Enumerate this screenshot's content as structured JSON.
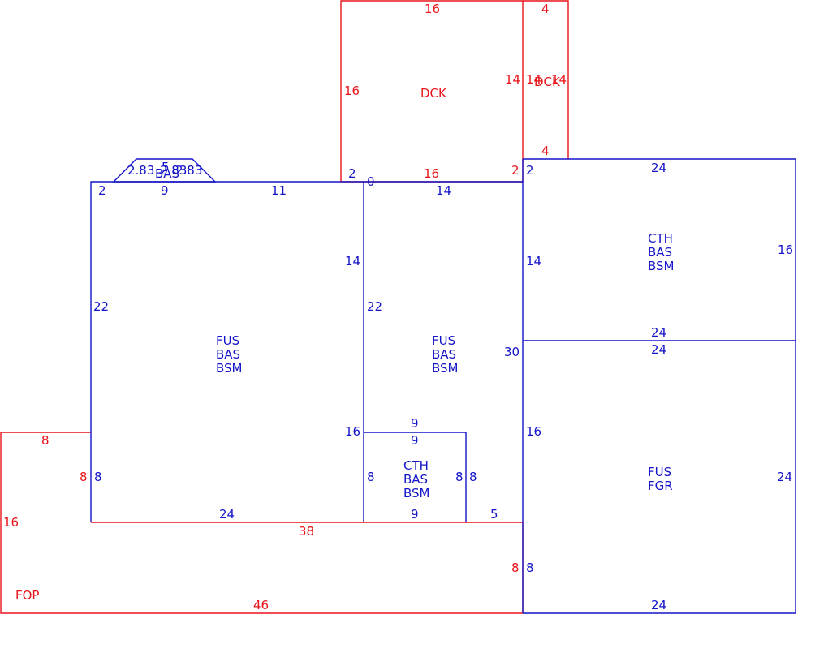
{
  "colors": {
    "red": "#e8141a",
    "blue": "#1414c8"
  },
  "areas": {
    "dck_main": "DCK",
    "dck_small": "DCK",
    "bay": "BAS",
    "left_block": [
      "FUS",
      "BAS",
      "BSM"
    ],
    "mid_block": [
      "FUS",
      "BAS",
      "BSM"
    ],
    "cth_small": [
      "CTH",
      "BAS",
      "BSM"
    ],
    "cth_right": [
      "CTH",
      "BAS",
      "BSM"
    ],
    "garage": [
      "FUS",
      "FGR"
    ],
    "porch": "FOP"
  },
  "dims": {
    "dck_top": "16",
    "dck_left": "16",
    "dck_right": "14",
    "dck_bottom": "16",
    "dck_corner_bl": "2",
    "dck_corner_br": "2",
    "dck2_top": "4",
    "dck2_left": "14",
    "dck2_right": "14",
    "dck2_bottom": "4",
    "bay_a": "2.83",
    "bay_b": "5",
    "bay_c": "2.83",
    "bay_d": "2.83",
    "left_top_a": "2",
    "left_top_b": "9",
    "left_top_c": "11",
    "left_corner": "2",
    "left_zero": "0",
    "left_side": "22",
    "left_inner_14": "14",
    "left_inner_16": "16",
    "left_bottom": "24",
    "left_lower_8": "8",
    "mid_top": "14",
    "mid_left": "22",
    "mid_right": "30",
    "mid_bottom_5": "5",
    "cth_top_outer": "9",
    "cth_top_inner": "9",
    "cth_left": "8",
    "cth_right_a": "8",
    "cth_right_b": "8",
    "cth_bottom": "9",
    "right_corner": "2",
    "right_top": "24",
    "right_left": "14",
    "right_right": "16",
    "right_bottom": "24",
    "gar_top": "24",
    "gar_left": "16",
    "gar_right": "24",
    "gar_bottom": "24",
    "gar_lower_8": "8",
    "fop_top": "8",
    "fop_left": "16",
    "fop_right_a": "8",
    "fop_mid": "38",
    "fop_bottom": "46",
    "fop_right_b": "8"
  }
}
